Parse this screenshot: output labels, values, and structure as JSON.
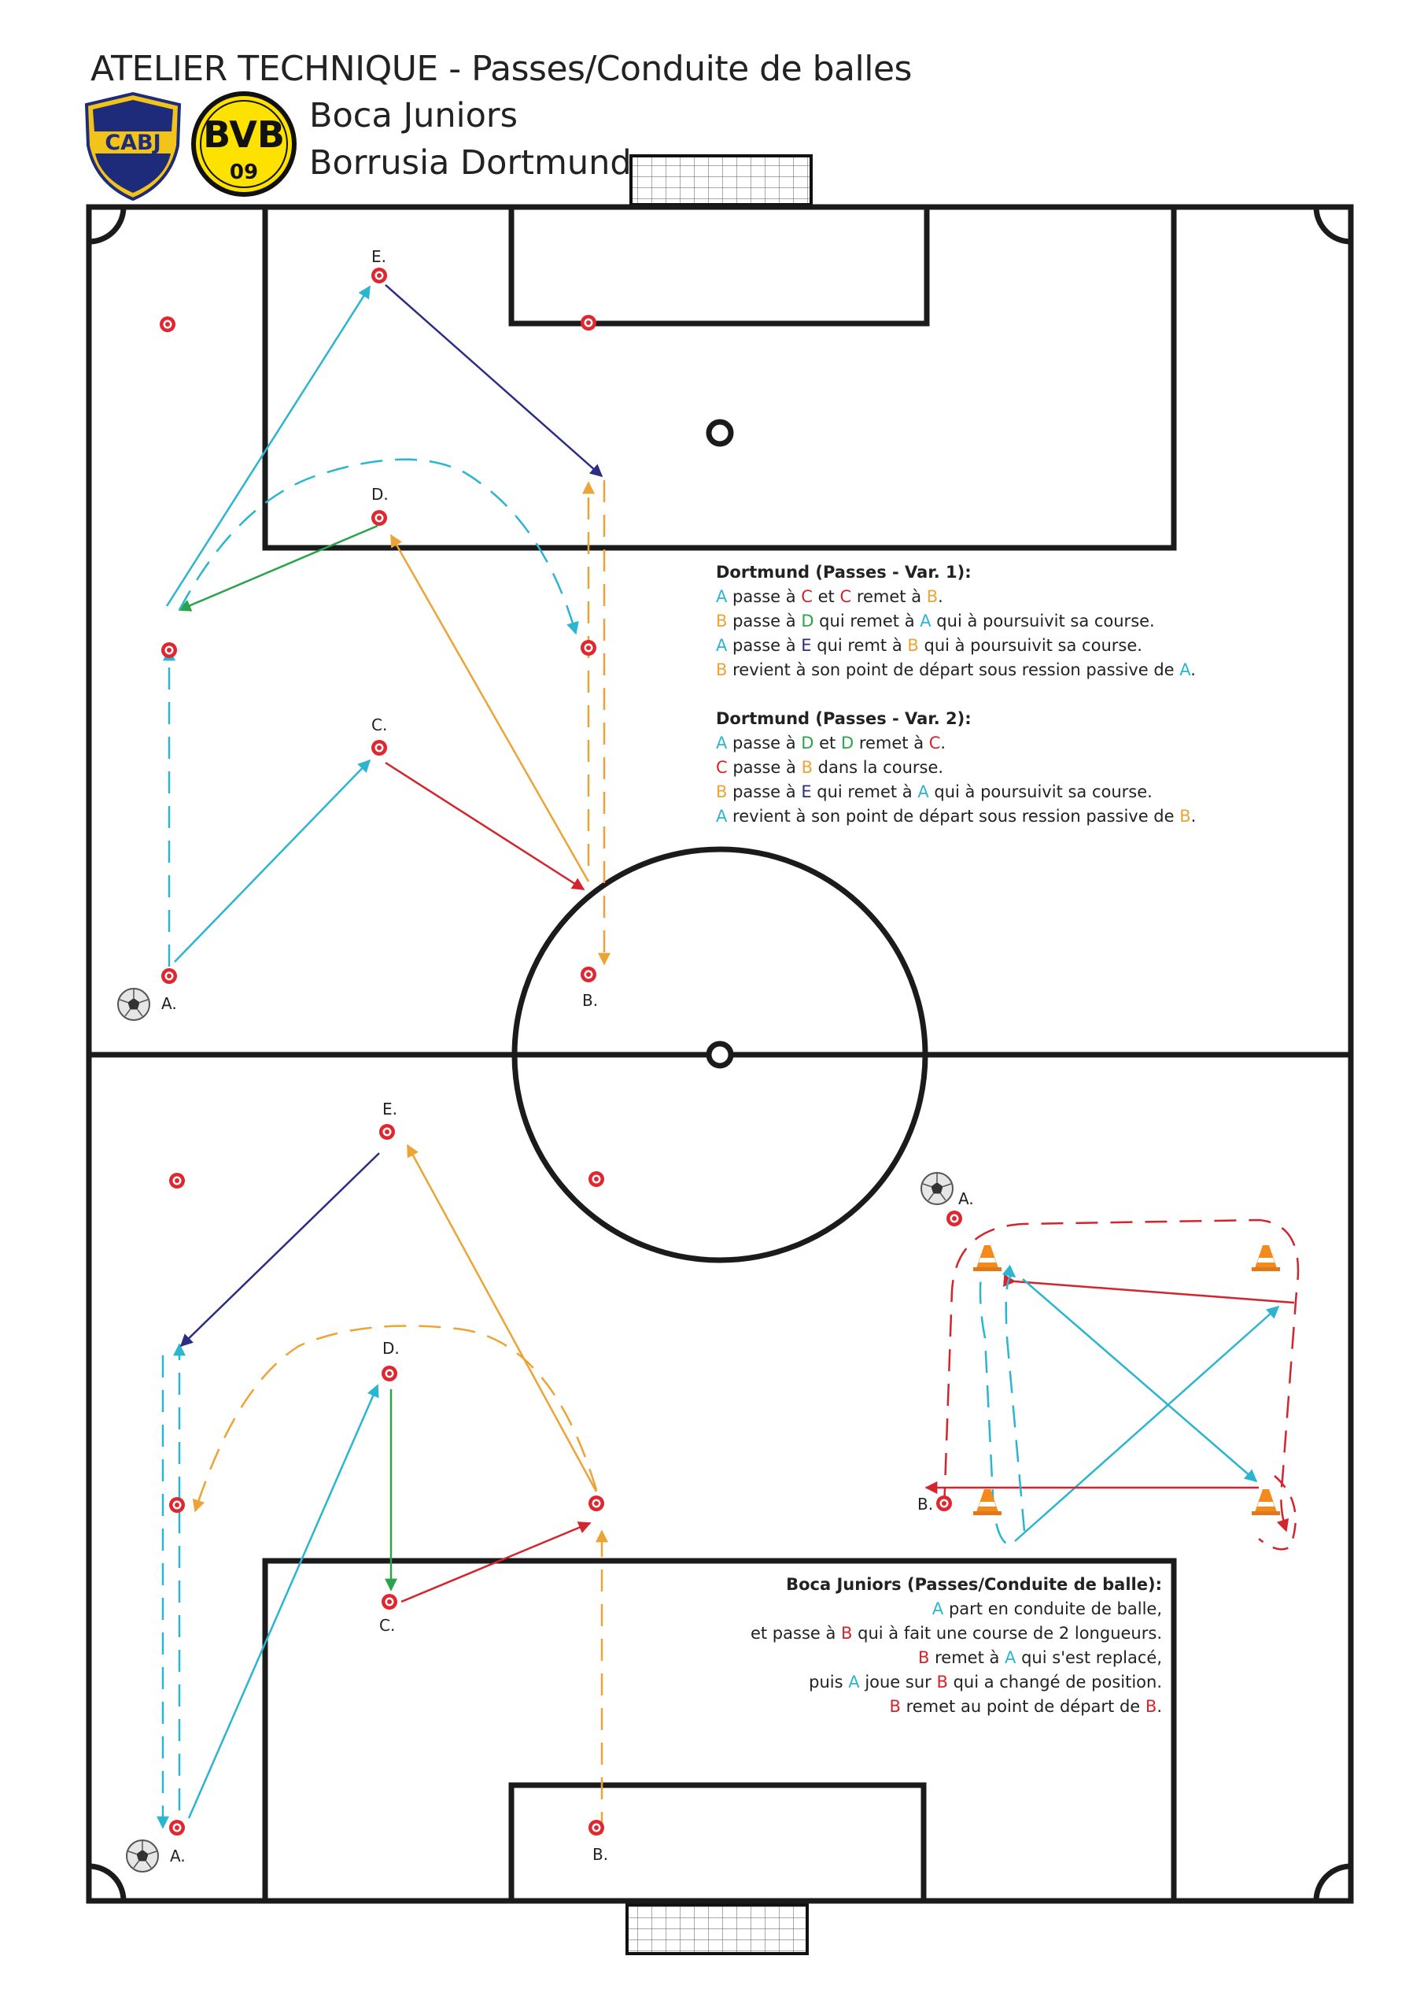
{
  "title": "ATELIER TECHNIQUE - Passes/Conduite de balles",
  "teams": {
    "team1": "Boca Juniors",
    "team2": "Borrusia Dortmund"
  },
  "logos": {
    "boca_text": "CABJ",
    "bvb_text": "BVB",
    "bvb_sub": "09"
  },
  "colors": {
    "A": "#2bb5d0",
    "B": "#eba435",
    "C": "#d3252d",
    "D": "#2aa34a",
    "E": "#2c2c86",
    "marker": "#e0262f",
    "line": "#1b1b1b",
    "boca_blue": "#1e2b7b",
    "boca_gold": "#f2c318",
    "bvb_yellow": "#fde200"
  },
  "players": {
    "top": {
      "E": "E.",
      "D": "D.",
      "C": "C.",
      "A": "A.",
      "B": "B."
    },
    "bottom": {
      "E": "E.",
      "D": "D.",
      "C": "C.",
      "A": "A.",
      "B": "B."
    },
    "drill": {
      "A": "A.",
      "B": "B."
    }
  },
  "legend_top": {
    "var1_title": "Dortmund (Passes - Var. 1):",
    "var1": [
      [
        {
          "t": "A",
          "c": "A"
        },
        {
          "t": " passe à ",
          "c": ""
        },
        {
          "t": "C",
          "c": "C"
        },
        {
          "t": " et ",
          "c": ""
        },
        {
          "t": "C",
          "c": "C"
        },
        {
          "t": " remet à ",
          "c": ""
        },
        {
          "t": "B",
          "c": "B"
        },
        {
          "t": ".",
          "c": ""
        }
      ],
      [
        {
          "t": "B",
          "c": "B"
        },
        {
          "t": " passe à ",
          "c": ""
        },
        {
          "t": "D",
          "c": "D"
        },
        {
          "t": " qui remet à ",
          "c": ""
        },
        {
          "t": "A",
          "c": "A"
        },
        {
          "t": " qui à poursuivit sa course.",
          "c": ""
        }
      ],
      [
        {
          "t": "A",
          "c": "A"
        },
        {
          "t": " passe à ",
          "c": ""
        },
        {
          "t": "E",
          "c": "E"
        },
        {
          "t": " qui remt à ",
          "c": ""
        },
        {
          "t": "B",
          "c": "B"
        },
        {
          "t": " qui à poursuivit sa course.",
          "c": ""
        }
      ],
      [
        {
          "t": "B",
          "c": "B"
        },
        {
          "t": " revient à son point de départ sous ression passive de ",
          "c": ""
        },
        {
          "t": "A",
          "c": "A"
        },
        {
          "t": ".",
          "c": ""
        }
      ]
    ],
    "var2_title": "Dortmund (Passes - Var. 2):",
    "var2": [
      [
        {
          "t": "A",
          "c": "A"
        },
        {
          "t": " passe à ",
          "c": ""
        },
        {
          "t": "D",
          "c": "D"
        },
        {
          "t": " et ",
          "c": ""
        },
        {
          "t": "D",
          "c": "D"
        },
        {
          "t": " remet à ",
          "c": ""
        },
        {
          "t": "C",
          "c": "C"
        },
        {
          "t": ".",
          "c": ""
        }
      ],
      [
        {
          "t": "C",
          "c": "C"
        },
        {
          "t": " passe à ",
          "c": ""
        },
        {
          "t": "B",
          "c": "B"
        },
        {
          "t": " dans la course.",
          "c": ""
        }
      ],
      [
        {
          "t": "B",
          "c": "B"
        },
        {
          "t": " passe à ",
          "c": ""
        },
        {
          "t": "E",
          "c": "E"
        },
        {
          "t": " qui remet à ",
          "c": ""
        },
        {
          "t": "A",
          "c": "A"
        },
        {
          "t": " qui à poursuivit sa course.",
          "c": ""
        }
      ],
      [
        {
          "t": "A",
          "c": "A"
        },
        {
          "t": " revient à son point de départ sous ression passive de ",
          "c": ""
        },
        {
          "t": "B",
          "c": "B"
        },
        {
          "t": ".",
          "c": ""
        }
      ]
    ]
  },
  "legend_bottom": {
    "title": "Boca Juniors (Passes/Conduite de balle):",
    "lines": [
      [
        {
          "t": "A",
          "c": "A"
        },
        {
          "t": " part en conduite de balle,",
          "c": ""
        }
      ],
      [
        {
          "t": "et passe à ",
          "c": ""
        },
        {
          "t": "B",
          "c": "C"
        },
        {
          "t": " qui à fait une course de 2 longueurs.",
          "c": ""
        }
      ],
      [
        {
          "t": "B",
          "c": "C"
        },
        {
          "t": " remet à ",
          "c": ""
        },
        {
          "t": "A",
          "c": "A"
        },
        {
          "t": " qui s'est replacé,",
          "c": ""
        }
      ],
      [
        {
          "t": "puis ",
          "c": ""
        },
        {
          "t": "A",
          "c": "A"
        },
        {
          "t": " joue sur ",
          "c": ""
        },
        {
          "t": "B",
          "c": "C"
        },
        {
          "t": " qui a changé de position.",
          "c": ""
        }
      ],
      [
        {
          "t": "B",
          "c": "C"
        },
        {
          "t": " remet au point de départ de ",
          "c": ""
        },
        {
          "t": "B",
          "c": "C"
        },
        {
          "t": ".",
          "c": ""
        }
      ]
    ]
  }
}
